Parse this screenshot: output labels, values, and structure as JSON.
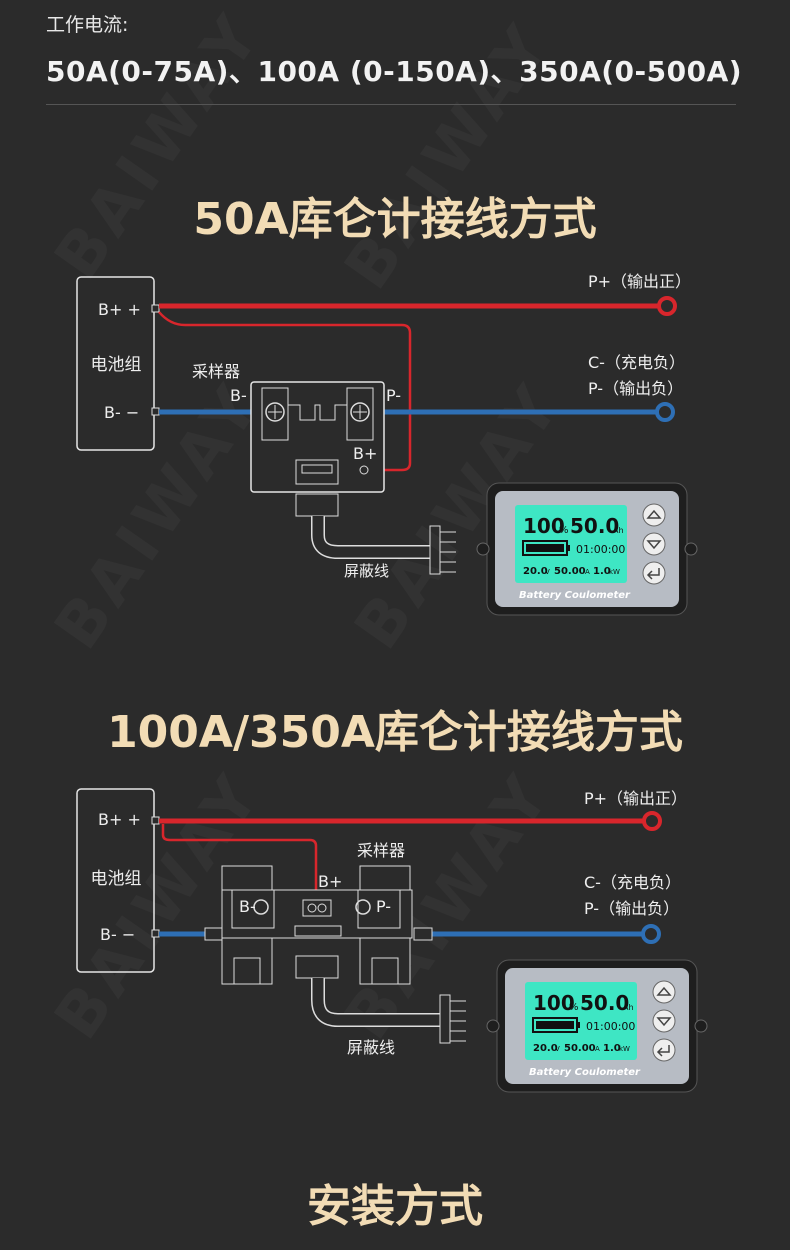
{
  "header": {
    "label": "工作电流:",
    "values": "50A(0-75A)、100A (0-150A)、350A(0-500A)"
  },
  "section1": {
    "title": "50A库仑计接线方式",
    "battery_label": "电池组",
    "b_plus": "B+ +",
    "b_minus": "B- −",
    "sampler_label": "采样器",
    "sampler_b_minus": "B-",
    "sampler_p_minus": "P-",
    "sampler_b_plus": "B+",
    "p_plus_label": "P+（输出正）",
    "c_minus_label": "C-（充电负）",
    "p_minus_label": "P-（输出负）",
    "cable_label": "屏蔽线"
  },
  "section2": {
    "title": "100A/350A库仑计接线方式",
    "battery_label": "电池组",
    "b_plus": "B+ +",
    "b_minus": "B- −",
    "sampler_label": "采样器",
    "sampler_b_minus": "B-",
    "sampler_p_minus": "P-",
    "sampler_b_plus": "B+",
    "p_plus_label": "P+（输出正）",
    "c_minus_label": "C-（充电负）",
    "p_minus_label": "P-（输出负）",
    "cable_label": "屏蔽线"
  },
  "meter": {
    "percent": "100",
    "percent_unit": "%",
    "capacity": "50.0",
    "capacity_unit": "Ah",
    "time": "01:00:00",
    "voltage": "20.0",
    "voltage_unit": "V",
    "current": "50.00",
    "current_unit": "A",
    "power": "1.0",
    "power_unit": "kW",
    "brand": "Battery Coulometer"
  },
  "section3": {
    "title": "安装方式"
  },
  "watermark": "BAIWAY",
  "colors": {
    "background": "#2b2b2b",
    "title": "#f2dcb5",
    "positive_wire": "#d8262c",
    "negative_wire": "#2e6fb5",
    "lcd": "#3ee6c4",
    "meter_body": "#b7bcc4"
  }
}
